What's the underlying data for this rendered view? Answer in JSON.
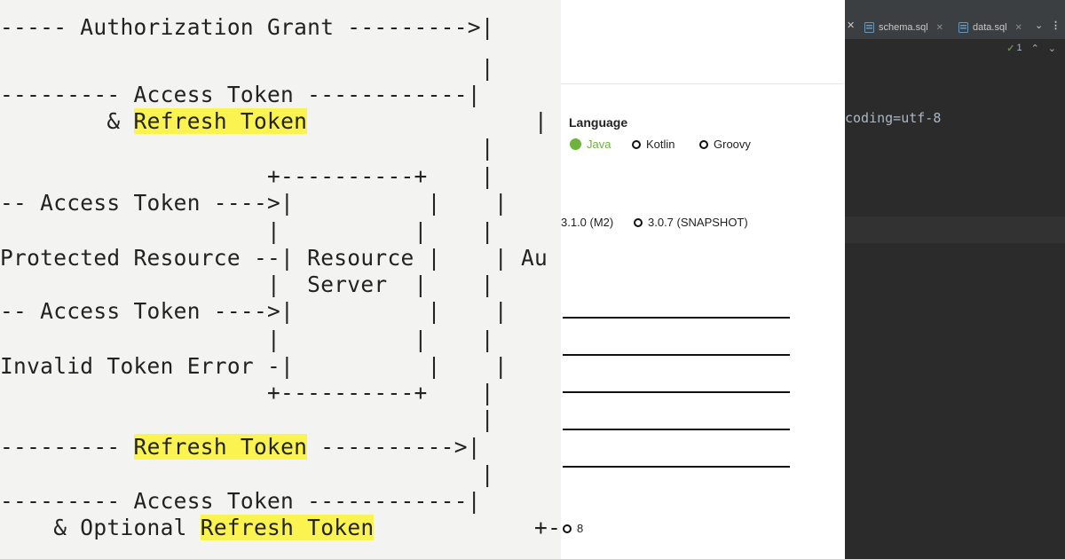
{
  "diagram": {
    "lines": [
      {
        "text": "                                                         +---"
      },
      {
        "text": "----- Authorization Grant --------->|"
      },
      {
        "text": "                                    |"
      },
      {
        "text": "--------- Access Token ------------|"
      },
      {
        "text": "        & ",
        "highlight": "Refresh Token",
        "after": "                 |"
      },
      {
        "text": "                                    |"
      },
      {
        "text": "                    +----------+    |"
      },
      {
        "text": "-- Access Token ---->|          |    |"
      },
      {
        "text": "                    |          |    |"
      },
      {
        "text": "Protected Resource --| Resource |    | Au"
      },
      {
        "text": "                    |  Server  |    |"
      },
      {
        "text": "-- Access Token ---->|          |    |"
      },
      {
        "text": "                    |          |    |"
      },
      {
        "text": "Invalid Token Error -|          |    |"
      },
      {
        "text": "                    +----------+    |"
      },
      {
        "text": "                                    |"
      },
      {
        "text": "--------- ",
        "highlight": "Refresh Token",
        "after": " ---------->|"
      },
      {
        "text": "                                    |"
      },
      {
        "text": "--------- Access Token ------------|"
      },
      {
        "text": "    & Optional ",
        "highlight": "Refresh Token",
        "after": "            +---"
      }
    ]
  },
  "initializr": {
    "language_title": "Language",
    "language_options": [
      {
        "label": "Java",
        "selected": true
      },
      {
        "label": "Kotlin",
        "selected": false
      },
      {
        "label": "Groovy",
        "selected": false
      }
    ],
    "boot_versions": [
      {
        "label": "3.1.0 (M2)",
        "selected": false
      },
      {
        "label": "3.0.7 (SNAPSHOT)",
        "selected": false
      }
    ],
    "bottom_option": "8",
    "accent_color": "#6db33f"
  },
  "ide": {
    "tabs": [
      {
        "label": "schema.sql",
        "icon": "sql-file-icon"
      },
      {
        "label": "data.sql",
        "icon": "sql-file-icon"
      }
    ],
    "inspection_count": "1",
    "code_line": "coding=utf-8"
  }
}
